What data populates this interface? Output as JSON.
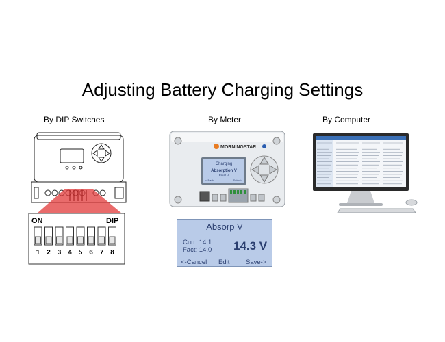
{
  "slide": {
    "title": "Adjusting Battery Charging Settings",
    "captions": [
      "By DIP Switches",
      "By Meter",
      "By Computer"
    ]
  },
  "dip_panel": {
    "on_label": "ON",
    "dip_label": "DIP",
    "switch_numbers": [
      "1",
      "2",
      "3",
      "4",
      "5",
      "6",
      "7",
      "8"
    ]
  },
  "meter_device": {
    "brand": "MORNINGSTAR",
    "screen_header": "Charging",
    "screen_line1": "Absorption V",
    "screen_line2": "Float V",
    "screen_nav_left": "< Back",
    "screen_nav_right": "Select>"
  },
  "lcd_zoom": {
    "title": "Absorp V",
    "current": "Curr: 14.1",
    "factory": "Fact: 14.0",
    "value": "14.3 V",
    "cancel": "<-Cancel",
    "edit": "Edit",
    "save": "Save->"
  },
  "colors": {
    "highlight_red": "#e23a3a",
    "lcd_blue": "#b9cbe8",
    "lcd_text": "#2b3f70"
  }
}
